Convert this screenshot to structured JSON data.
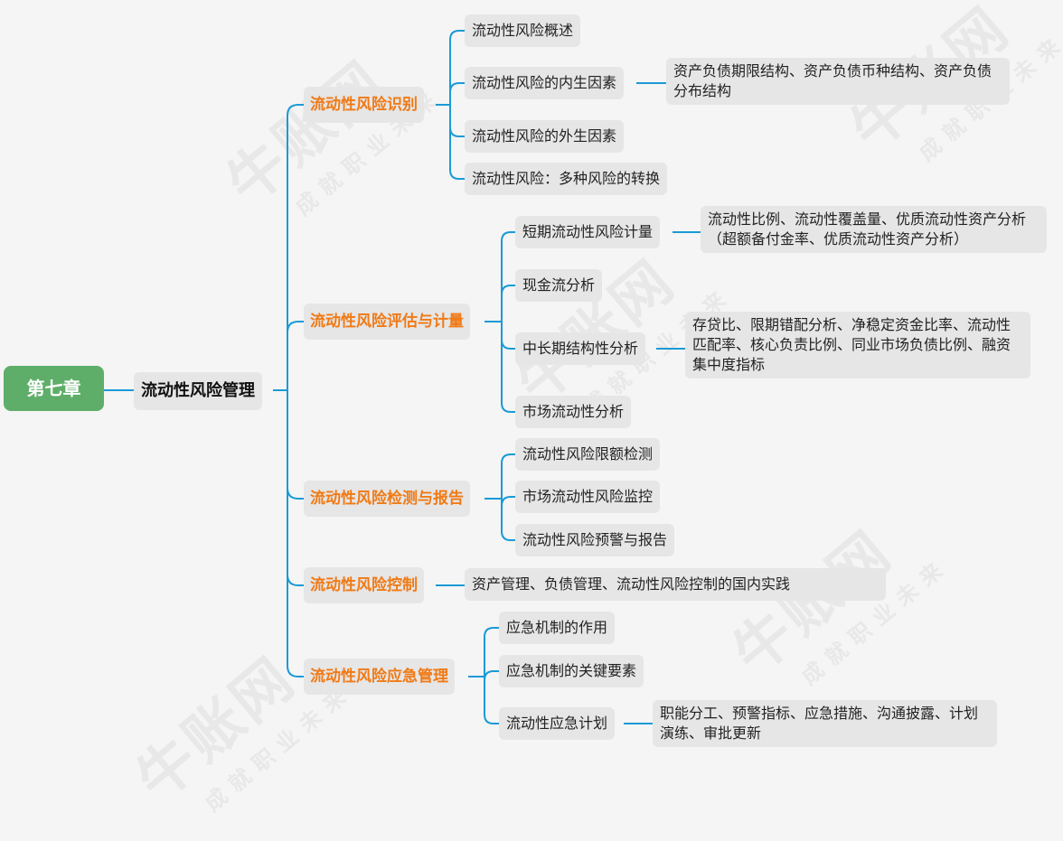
{
  "root": "第七章",
  "main": "流动性风险管理",
  "branches": [
    {
      "label": "流动性风险识别",
      "children": [
        {
          "label": "流动性风险概述"
        },
        {
          "label": "流动性风险的内生因素",
          "detail": "资产负债期限结构、资产负债币种结构、资产负债分布结构"
        },
        {
          "label": "流动性风险的外生因素"
        },
        {
          "label": "流动性风险：多种风险的转换"
        }
      ]
    },
    {
      "label": "流动性风险评估与计量",
      "children": [
        {
          "label": "短期流动性风险计量",
          "detail": "流动性比例、流动性覆盖量、优质流动性资产分析（超额备付金率、优质流动性资产分析）"
        },
        {
          "label": "现金流分析"
        },
        {
          "label": "中长期结构性分析",
          "detail": "存贷比、限期错配分析、净稳定资金比率、流动性匹配率、核心负责比例、同业市场负债比例、融资集中度指标"
        },
        {
          "label": "市场流动性分析"
        }
      ]
    },
    {
      "label": "流动性风险检测与报告",
      "children": [
        {
          "label": "流动性风险限额检测"
        },
        {
          "label": "市场流动性风险监控"
        },
        {
          "label": "流动性风险预警与报告"
        }
      ]
    },
    {
      "label": "流动性风险控制",
      "detail": "资产管理、负债管理、流动性风险控制的国内实践"
    },
    {
      "label": "流动性风险应急管理",
      "children": [
        {
          "label": "应急机制的作用"
        },
        {
          "label": "应急机制的关键要素"
        },
        {
          "label": "流动性应急计划",
          "detail": "职能分工、预警指标、应急措施、沟通披露、计划演练、审批更新"
        }
      ]
    }
  ],
  "watermark": {
    "brand": "牛账网",
    "slogan": "成就职业未来"
  },
  "colors": {
    "connector": "#1a9ad6",
    "root_bg": "#5eae69",
    "branch_text": "#f07a16",
    "node_bg": "#e6e6e6"
  }
}
